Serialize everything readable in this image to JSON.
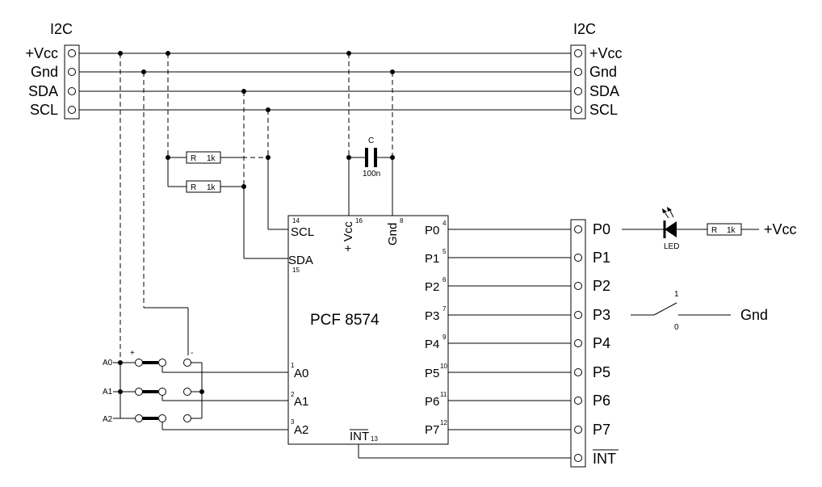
{
  "connectors": {
    "left_header": "I2C",
    "right_header": "I2C",
    "bus_lines": [
      "+Vcc",
      "Gnd",
      "SDA",
      "SCL"
    ]
  },
  "resistors": {
    "sda_pullup": {
      "r": "R",
      "v": "1k"
    },
    "scl_pullup": {
      "r": "R",
      "v": "1k"
    },
    "led_series": {
      "r": "R",
      "v": "1k"
    }
  },
  "capacitor": {
    "name": "C",
    "value": "100n"
  },
  "ic": {
    "name": "PCF 8574",
    "pins_left": [
      {
        "num": "14",
        "label": "SCL"
      },
      {
        "num": "15",
        "label": "SDA"
      },
      {
        "num": "1",
        "label": "A0"
      },
      {
        "num": "2",
        "label": "A1"
      },
      {
        "num": "3",
        "label": "A2"
      }
    ],
    "pins_top": [
      {
        "num": "16",
        "label": "+ Vcc"
      },
      {
        "num": "8",
        "label": "Gnd"
      }
    ],
    "pins_right": [
      {
        "num": "4",
        "label": "P0"
      },
      {
        "num": "5",
        "label": "P1"
      },
      {
        "num": "6",
        "label": "P2"
      },
      {
        "num": "7",
        "label": "P3"
      },
      {
        "num": "9",
        "label": "P4"
      },
      {
        "num": "10",
        "label": "P5"
      },
      {
        "num": "11",
        "label": "P6"
      },
      {
        "num": "12",
        "label": "P7"
      }
    ],
    "int_pin": {
      "num": "13",
      "label": "INT"
    }
  },
  "port_connector": {
    "labels": [
      "P0",
      "P1",
      "P2",
      "P3",
      "P4",
      "P5",
      "P6",
      "P7",
      "INT"
    ]
  },
  "address_jumpers": {
    "labels": [
      "A0",
      "A1",
      "A2"
    ],
    "plus": "+",
    "minus": "-"
  },
  "led": {
    "label": "LED",
    "supply": "+Vcc"
  },
  "switch": {
    "on": "1",
    "off": "0",
    "target": "Gnd"
  }
}
